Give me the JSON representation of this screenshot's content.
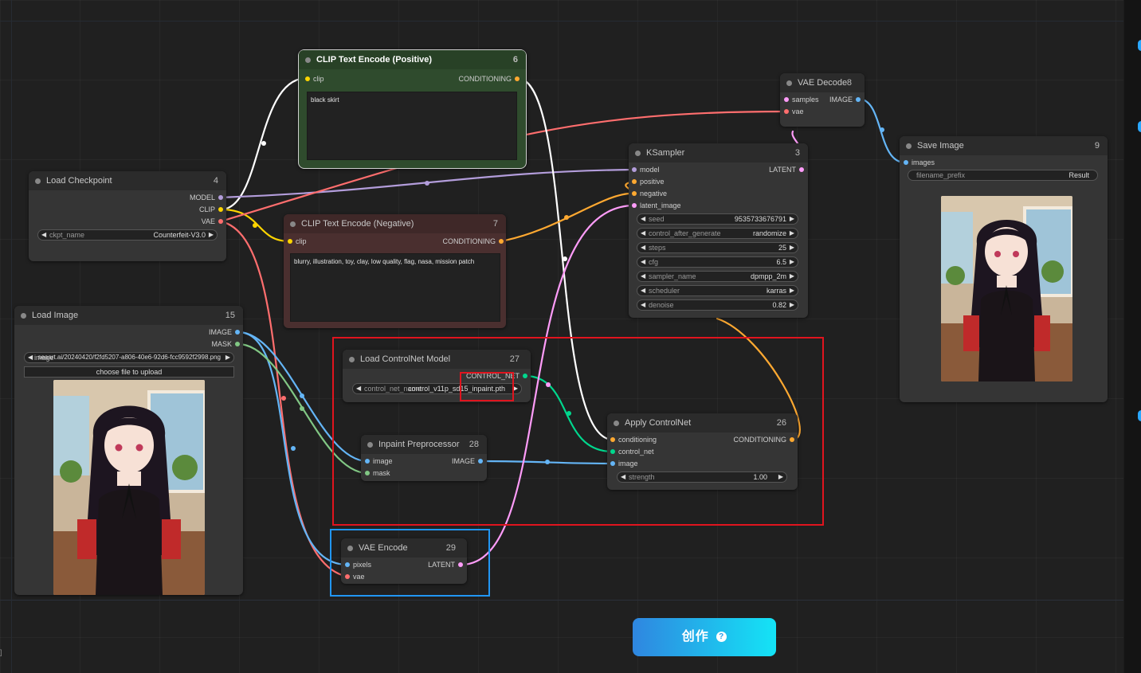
{
  "colors": {
    "clip": "#ffd500",
    "conditioning": "#ffa931",
    "model": "#b39ddb",
    "vae": "#ff6e6e",
    "image": "#64b5f6",
    "mask": "#81c784",
    "latent": "#ff9cf9",
    "control_net": "#00d78d",
    "highlight_red": "#e0141e",
    "highlight_blue": "#2196f3"
  },
  "nodes": {
    "clip_pos": {
      "title": "CLIP Text Encode (Positive)",
      "id": "6",
      "in_clip": "clip",
      "out_cond": "CONDITIONING",
      "text": "black skirt"
    },
    "clip_neg": {
      "title": "CLIP Text Encode (Negative)",
      "id": "7",
      "in_clip": "clip",
      "out_cond": "CONDITIONING",
      "text": "blurry, illustration, toy, clay, low quality, flag, nasa, mission patch"
    },
    "checkpoint": {
      "title": "Load Checkpoint",
      "id": "4",
      "out_model": "MODEL",
      "out_clip": "CLIP",
      "out_vae": "VAE",
      "w_label": "ckpt_name",
      "w_value": "Counterfeit-V3.0"
    },
    "vae_decode": {
      "title": "VAE Decode",
      "id": "8",
      "in_samples": "samples",
      "in_vae": "vae",
      "out_image": "IMAGE"
    },
    "save_image": {
      "title": "Save Image",
      "id": "9",
      "in_images": "images",
      "w_label": "filename_prefix",
      "w_value": "Result"
    },
    "ksampler": {
      "title": "KSampler",
      "id": "3",
      "inputs": [
        "model",
        "positive",
        "negative",
        "latent_image"
      ],
      "out_latent": "LATENT",
      "widgets": [
        {
          "label": "seed",
          "value": "9535733676791"
        },
        {
          "label": "control_after_generate",
          "value": "randomize"
        },
        {
          "label": "steps",
          "value": "25"
        },
        {
          "label": "cfg",
          "value": "6.5"
        },
        {
          "label": "sampler_name",
          "value": "dpmpp_2m"
        },
        {
          "label": "scheduler",
          "value": "karras"
        },
        {
          "label": "denoise",
          "value": "0.82"
        }
      ]
    },
    "load_image": {
      "title": "Load Image",
      "id": "15",
      "out_image": "IMAGE",
      "out_mask": "MASK",
      "w_label_left": "image",
      "w_label": "seaart.ai/20240420/f2fd5207-a806-40e6-92d6-fcc9592f2998.png",
      "upload": "choose file to upload"
    },
    "controlnet_loader": {
      "title": "Load ControlNet Model",
      "id": "27",
      "out": "CONTROL_NET",
      "w_label": "control_net_name",
      "w_value": "control_v11p_sd15_inpaint.pth"
    },
    "inpaint_pre": {
      "title": "Inpaint Preprocessor",
      "id": "28",
      "in_image": "image",
      "in_mask": "mask",
      "out_image": "IMAGE"
    },
    "apply_cn": {
      "title": "Apply ControlNet",
      "id": "26",
      "in_cond": "conditioning",
      "in_cn": "control_net",
      "in_image": "image",
      "out_cond": "CONDITIONING",
      "w_label": "strength",
      "w_value": "1.00"
    },
    "vae_encode": {
      "title": "VAE Encode",
      "id": "29",
      "in_pixels": "pixels",
      "in_vae": "vae",
      "out_latent": "LATENT"
    }
  },
  "create_button": {
    "label": "创作",
    "help": "?"
  },
  "corner": {
    "bracket": "]"
  }
}
